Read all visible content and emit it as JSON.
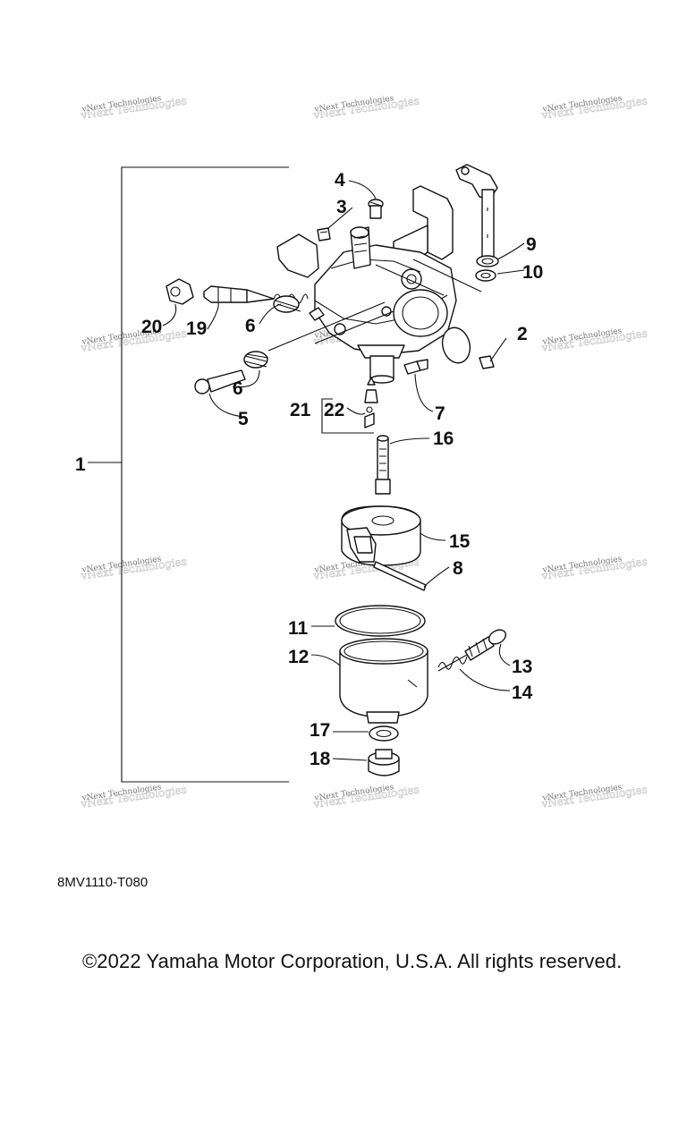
{
  "callouts": {
    "c1": "1",
    "c2": "2",
    "c3": "3",
    "c4": "4",
    "c5": "5",
    "c6a": "6",
    "c6b": "6",
    "c7": "7",
    "c8": "8",
    "c9": "9",
    "c10": "10",
    "c11": "11",
    "c12": "12",
    "c13": "13",
    "c14": "14",
    "c15": "15",
    "c16": "16",
    "c17": "17",
    "c18": "18",
    "c19": "19",
    "c20": "20",
    "c21": "21",
    "c22": "22"
  },
  "watermark": {
    "text": "vNext Technologies"
  },
  "figure_code": "8MV1110-T080",
  "copyright": "©2022 Yamaha Motor Corporation, U.S.A. All rights reserved."
}
